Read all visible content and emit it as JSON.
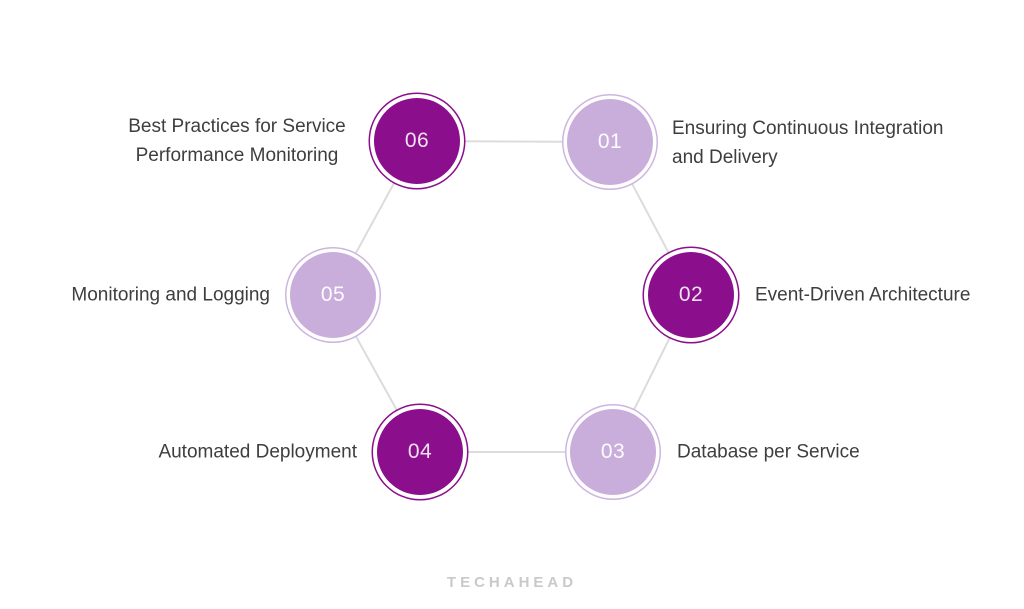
{
  "diagram": {
    "type": "hexagonal-cycle",
    "colors": {
      "node_dark": "#8B0E8C",
      "node_light": "#C9AEDC",
      "node_light_ring": "#CDB5E0",
      "connector_line": "#DCDCDC",
      "label_text": "#3E3E3E",
      "number_text_on_dark": "#F0E2F0",
      "number_text_on_light": "#FDFBFE",
      "logo_text": "#C9C9C9",
      "background": "#FFFFFF"
    },
    "nodes": [
      {
        "number": "01",
        "variant": "light",
        "label": "Ensuring Continuous Integration and Delivery",
        "label_lines": [
          "Ensuring Continuous Integration",
          "and Delivery"
        ]
      },
      {
        "number": "02",
        "variant": "dark",
        "label": "Event-Driven Architecture",
        "label_lines": [
          "Event-Driven Architecture"
        ]
      },
      {
        "number": "03",
        "variant": "light",
        "label": "Database per Service",
        "label_lines": [
          "Database per Service"
        ]
      },
      {
        "number": "04",
        "variant": "dark",
        "label": "Automated Deployment",
        "label_lines": [
          "Automated Deployment"
        ]
      },
      {
        "number": "05",
        "variant": "light",
        "label": "Monitoring and Logging",
        "label_lines": [
          "Monitoring and Logging"
        ]
      },
      {
        "number": "06",
        "variant": "dark",
        "label": "Best Practices for Service Performance Monitoring",
        "label_lines": [
          "Best Practices for Service",
          "Performance Monitoring"
        ]
      }
    ],
    "footer": {
      "logo_text": "TECHAHEAD"
    }
  }
}
